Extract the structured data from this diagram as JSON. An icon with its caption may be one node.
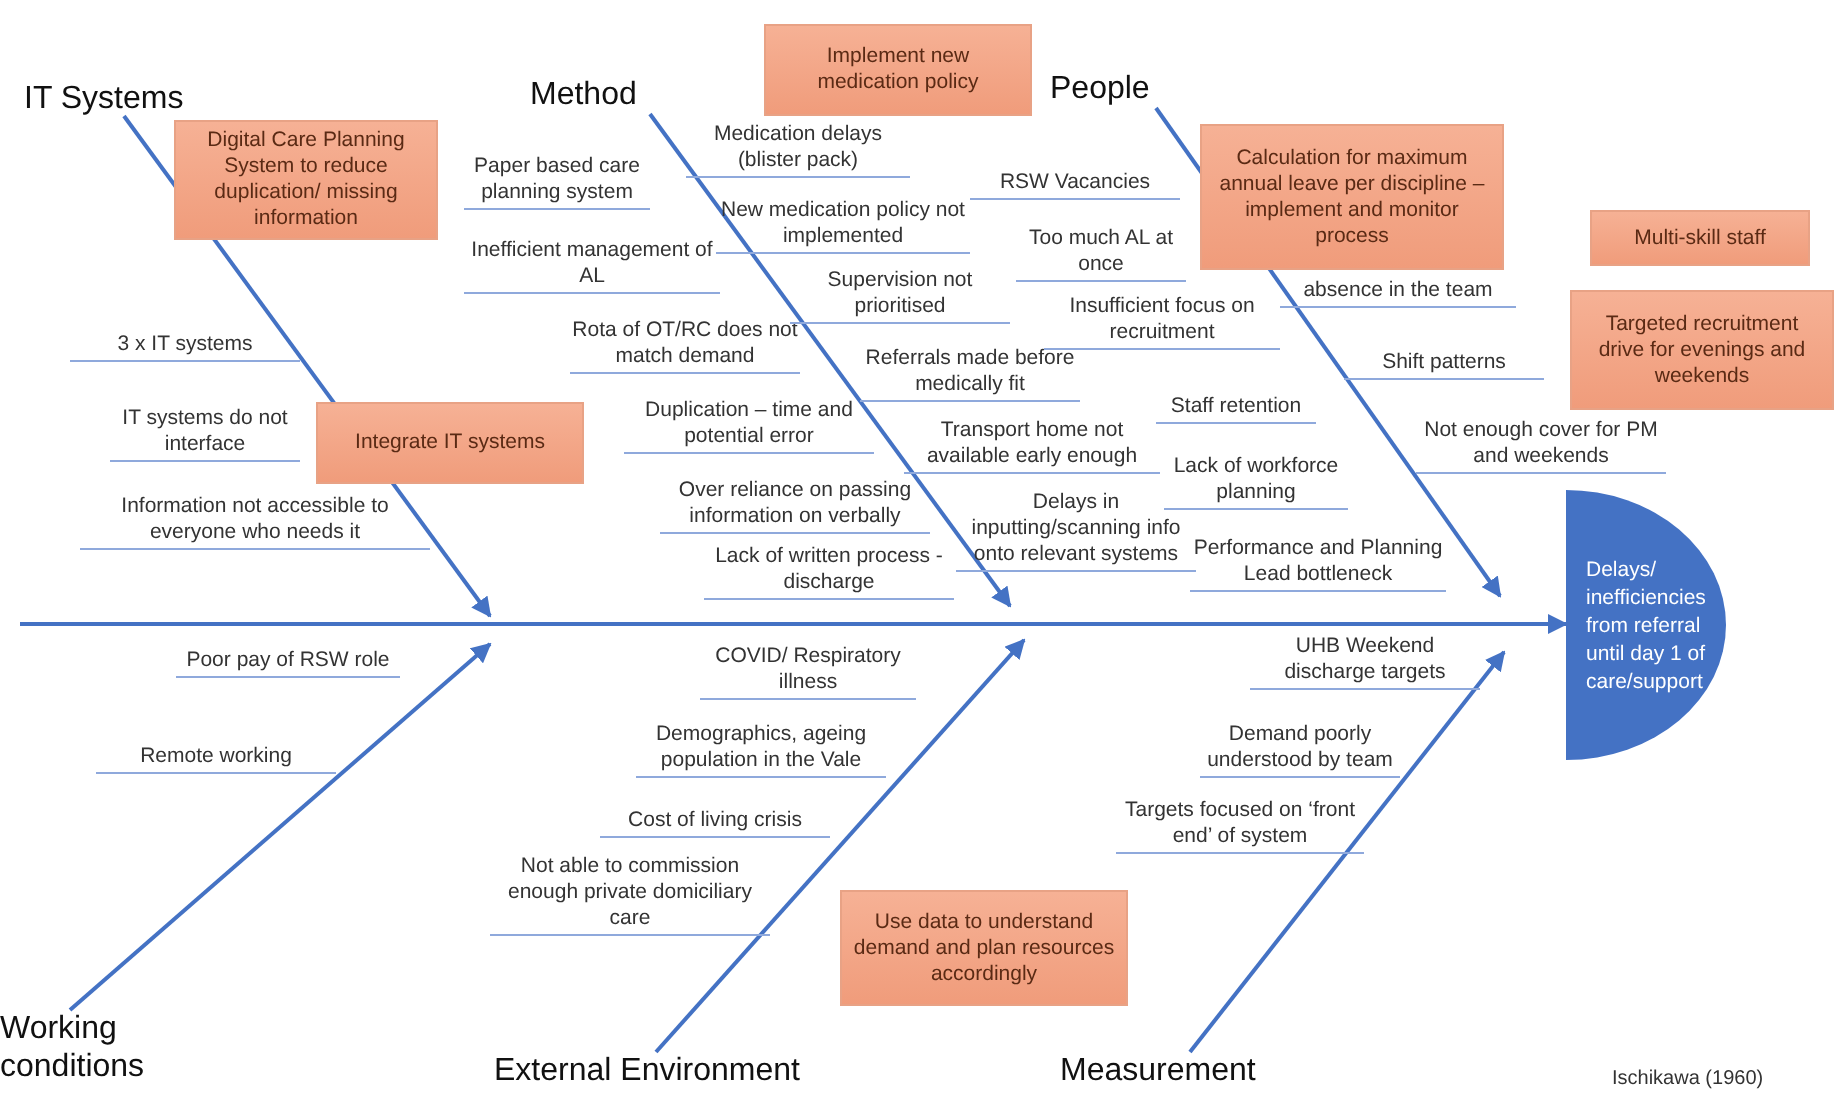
{
  "diagram": {
    "nodes": [
      {
        "text": [
          "IT Systems"
        ]
      },
      {
        "text": [
          "Method"
        ]
      },
      {
        "text": [
          "People"
        ]
      },
      {
        "text": [
          "Working conditions"
        ]
      },
      {
        "text": [
          "External Environment"
        ]
      },
      {
        "text": [
          "Measurement"
        ]
      },
      {
        "text": [
          "Delays/ inefficiencies from referral until day 1 of care/support"
        ]
      },
      {
        "text": [
          "Digital Care Planning System to reduce duplication/ missing information"
        ]
      },
      {
        "text": [
          "Implement new medication policy"
        ]
      },
      {
        "text": [
          "Calculation for maximum annual leave per discipline – implement and monitor process"
        ]
      },
      {
        "text": [
          "Targeted recruitment drive for evenings and weekends"
        ]
      },
      {
        "text": [
          "Integrate IT systems"
        ]
      },
      {
        "text": [
          "Multi-skill staff"
        ]
      },
      {
        "text": [
          "Use data to understand demand and plan resources accordingly"
        ]
      }
    ],
    "edges": [
      {
        "from": null,
        "to": 6,
        "arrow": "to"
      },
      {
        "from": 0,
        "to": null,
        "arrow": "to"
      },
      {
        "from": 1,
        "to": null,
        "arrow": "to"
      },
      {
        "from": 2,
        "to": null,
        "arrow": "to"
      },
      {
        "from": 3,
        "to": null,
        "arrow": "to"
      },
      {
        "from": 4,
        "to": null,
        "arrow": "to"
      },
      {
        "from": 5,
        "to": null,
        "arrow": "to"
      }
    ],
    "labels": [
      "3 x IT systems",
      "IT systems do not interface",
      "Information not accessible to everyone who needs it",
      "Paper based care planning system",
      "Inefficient management of AL",
      "Rota of OT/RC does not match demand",
      "Duplication – time and potential error",
      "Over reliance on passing information on verbally",
      "Lack of written process - discharge",
      "Medication delays (blister pack)",
      "New medication policy not implemented",
      "Supervision not prioritised",
      "Referrals made before medically fit",
      "Transport home not available early enough",
      "Delays in inputting/scanning info onto relevant systems",
      "RSW Vacancies",
      "Too much AL at once",
      "Insufficient focus on recruitment",
      "absence in the team",
      "Shift patterns",
      "Staff retention",
      "Not enough cover for PM and weekends",
      "Lack of workforce planning",
      "Performance and Planning Lead bottleneck",
      "Poor pay of RSW role",
      "Remote working",
      "COVID/ Respiratory illness",
      "Demographics, ageing population in the Vale",
      "Cost of living crisis",
      "Not able to commission enough private domiciliary care",
      "UHB Weekend discharge targets",
      "Demand poorly understood by team",
      "Targets focused on ‘front end’ of system",
      "Ischikawa (1960)"
    ]
  }
}
